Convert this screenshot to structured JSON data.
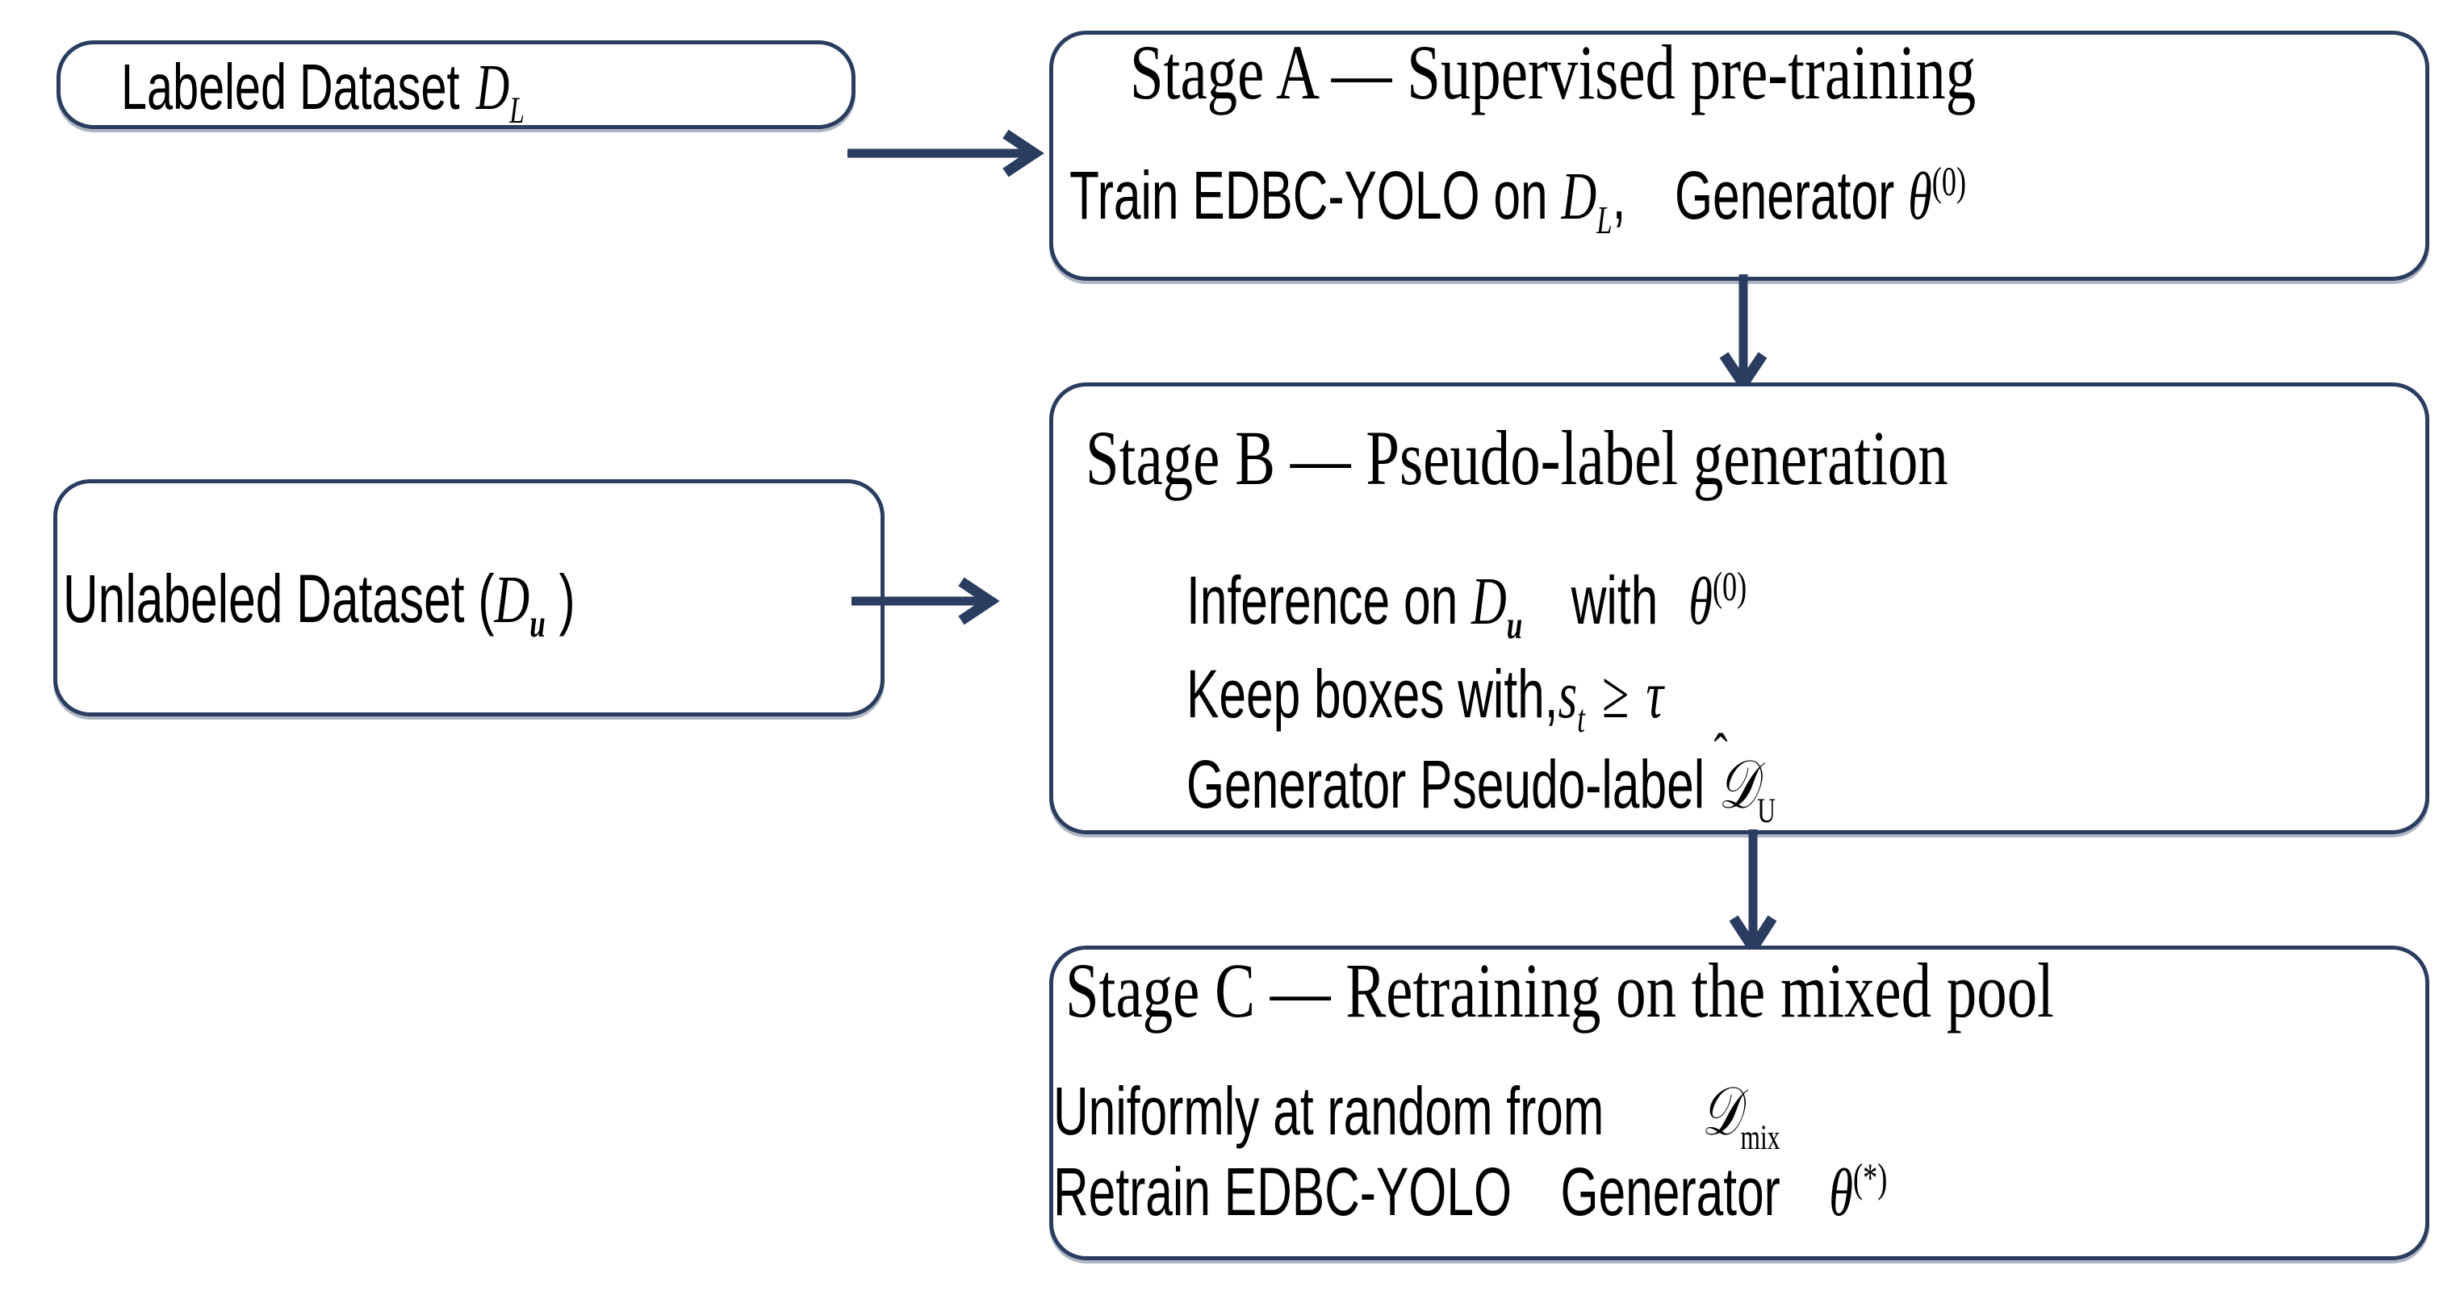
{
  "diagram": {
    "title": "EDBC-YOLO three-stage semi-supervised training pipeline",
    "accent_color": "#2a3c5f",
    "text_color": "#000000",
    "background_color": "#ffffff"
  },
  "nodes": {
    "labeled_dataset": {
      "label_text": "Labeled Dataset",
      "symbol_base": "D",
      "symbol_sub": "L"
    },
    "unlabeled_dataset": {
      "label_text": "Unlabeled Dataset (",
      "symbol_base": "D",
      "symbol_sub": "u",
      "label_close": " )"
    },
    "stage_a": {
      "heading": "Stage A — Supervised pre-training",
      "body_prefix": "Train EDBC-YOLO on ",
      "body_symbol_base": "D",
      "body_symbol_sub": "L",
      "body_mid": ",",
      "body_suffix": "Generator ",
      "body_theta": "θ",
      "body_theta_sup": "(0)"
    },
    "stage_b": {
      "heading": "Stage B — Pseudo-label generation",
      "line1_prefix": "Inference on ",
      "line1_symbol_base": "D",
      "line1_symbol_sub": "u",
      "line1_mid": "with ",
      "line1_theta": "θ",
      "line1_theta_sup": "(0)",
      "line2_prefix": "Keep boxes with,",
      "line2_s": "s",
      "line2_s_sub": "t",
      "line2_rel": "≥",
      "line2_tau": "τ",
      "line3_prefix": "Generator Pseudo-label ",
      "line3_symbol_base": "𝒟",
      "line3_symbol_hat": "̂",
      "line3_symbol_sub": "U"
    },
    "stage_c": {
      "heading": "Stage C — Retraining on the mixed pool",
      "line1_prefix": "Uniformly at random from",
      "line1_symbol_base": "𝒟",
      "line1_symbol_sub": "mix",
      "line2_prefix": "Retrain EDBC-YOLO",
      "line2_mid": "Generator",
      "line2_theta": "θ",
      "line2_theta_sup": "(*)"
    }
  },
  "connectors": [
    {
      "name": "labeled-to-stage-a",
      "direction": "right",
      "from": "labeled_dataset",
      "to": "stage_a"
    },
    {
      "name": "stage-a-to-stage-b",
      "direction": "down",
      "from": "stage_a",
      "to": "stage_b"
    },
    {
      "name": "unlabeled-to-stage-b",
      "direction": "right",
      "from": "unlabeled_dataset",
      "to": "stage_b"
    },
    {
      "name": "stage-b-to-stage-c",
      "direction": "down",
      "from": "stage_b",
      "to": "stage_c"
    }
  ]
}
